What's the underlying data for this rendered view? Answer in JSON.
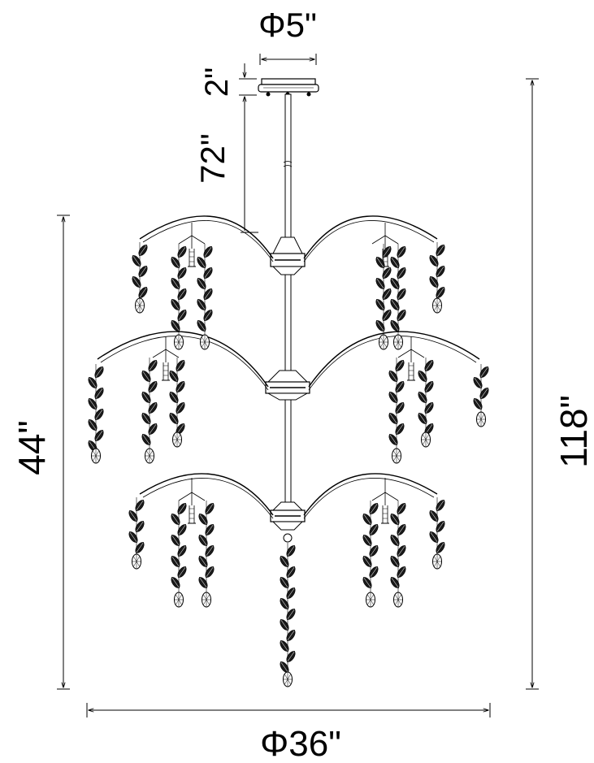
{
  "dimensions": {
    "canopy_diameter": "Φ5\"",
    "canopy_height": "2\"",
    "chain_length": "72\"",
    "fixture_height": "44\"",
    "overall_height": "118\"",
    "fixture_diameter": "Φ36\""
  }
}
